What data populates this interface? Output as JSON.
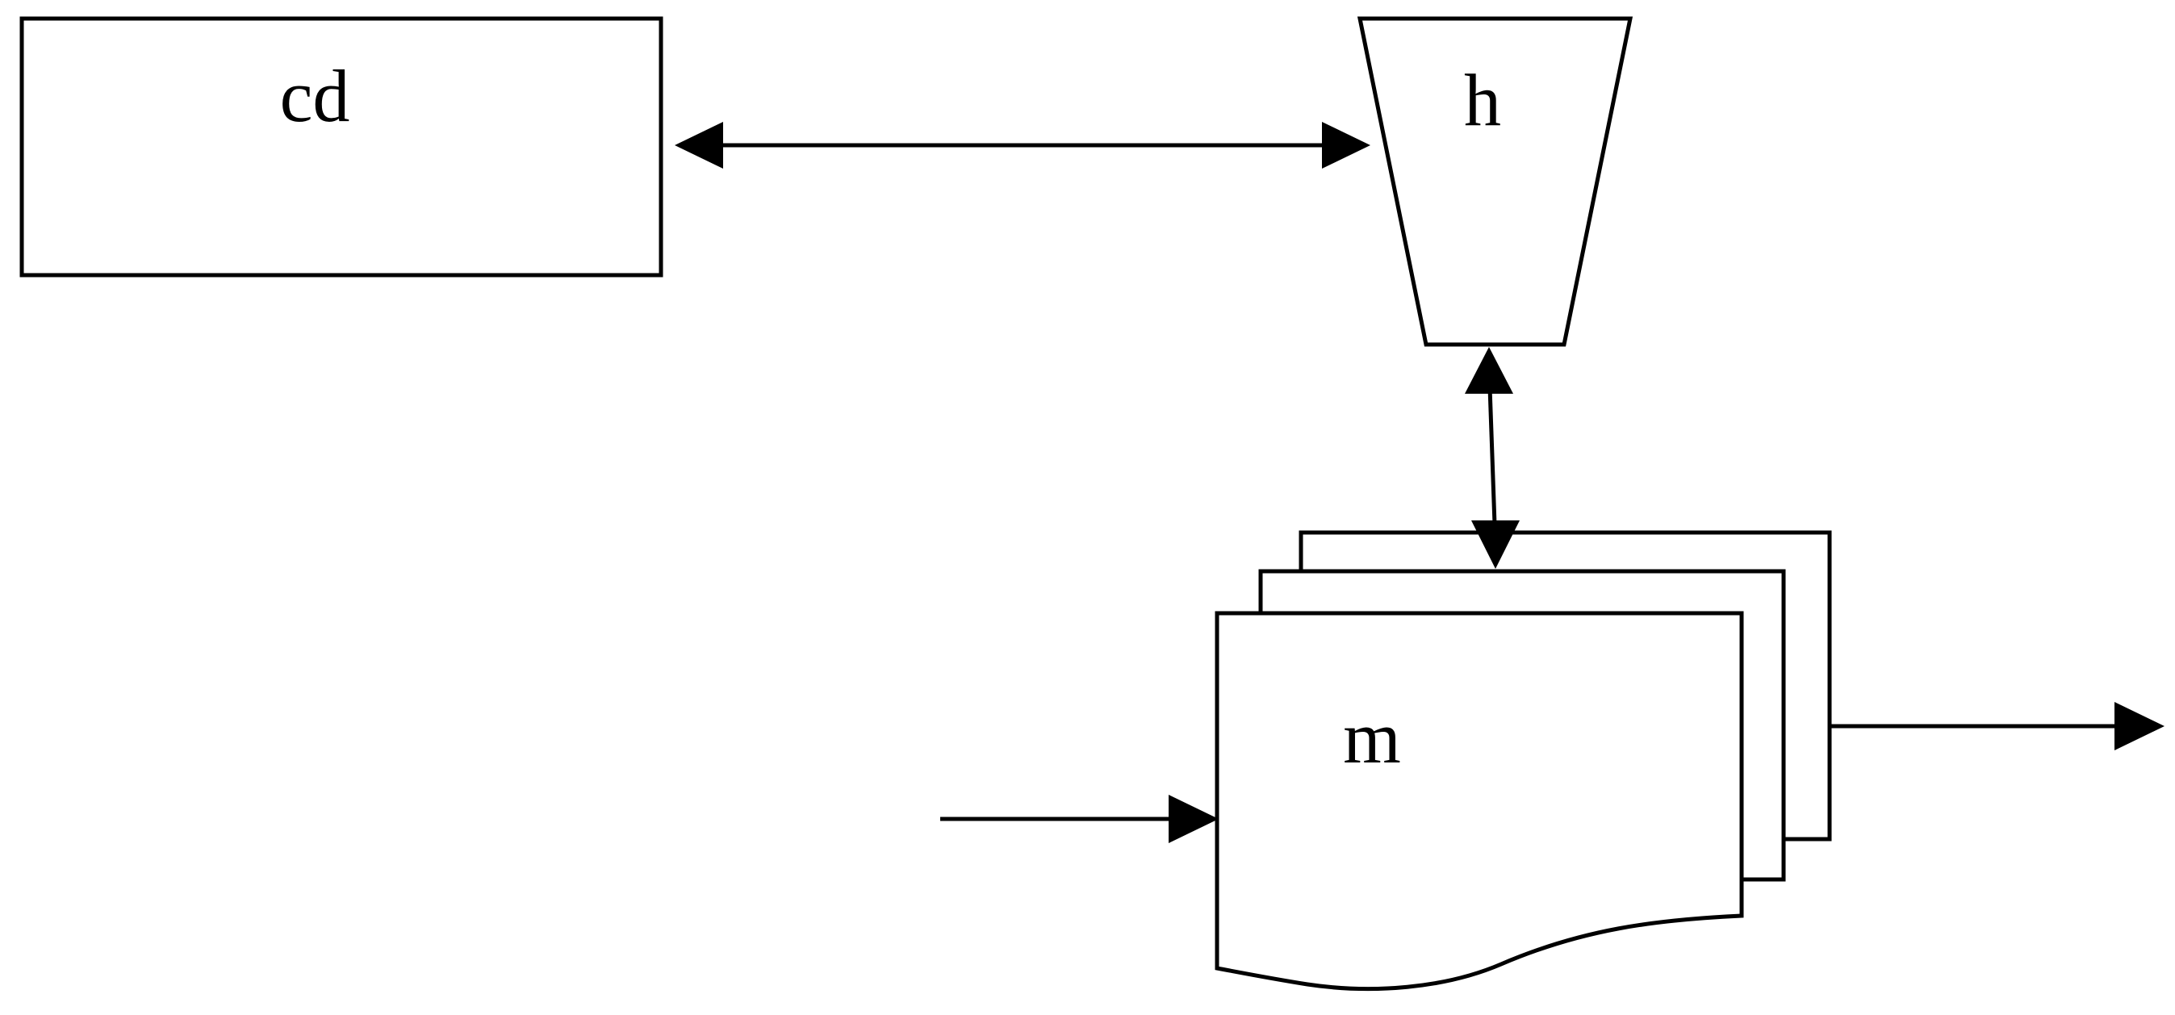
{
  "diagram": {
    "nodes": {
      "cd": {
        "label": "cd",
        "shape": "rectangle"
      },
      "h": {
        "label": "h",
        "shape": "trapezoid"
      },
      "m": {
        "label": "m",
        "shape": "multi-document"
      }
    },
    "edges": [
      {
        "from": "cd",
        "to": "h",
        "direction": "both"
      },
      {
        "from": "h",
        "to": "m",
        "direction": "both"
      },
      {
        "from": "",
        "to": "m",
        "direction": "forward"
      },
      {
        "from": "m",
        "to": "",
        "direction": "forward"
      }
    ],
    "colors": {
      "stroke": "#000000",
      "fill": "#ffffff",
      "text": "#000000"
    }
  }
}
